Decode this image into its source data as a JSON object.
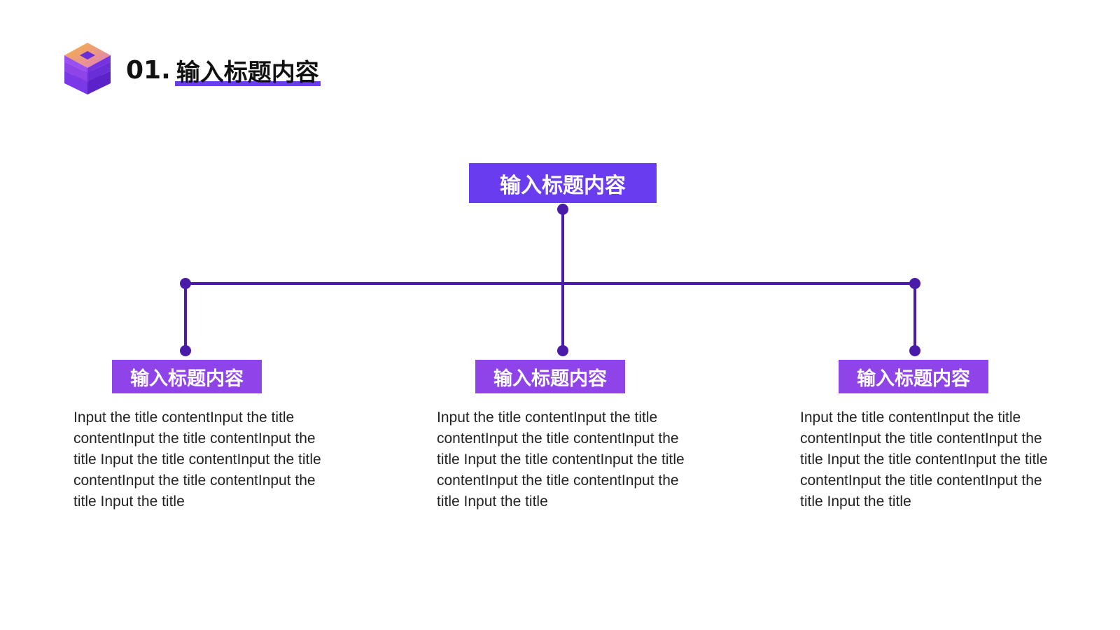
{
  "header": {
    "number": "01.",
    "title": "输入标题内容",
    "logo_icon": "stacked-cube-icon"
  },
  "diagram": {
    "root": {
      "label": "输入标题内容"
    },
    "children": [
      {
        "label": "输入标题内容",
        "description": "Input the title contentInput the title contentInput the title contentInput the title Input the title contentInput the title contentInput the title contentInput the title Input the title"
      },
      {
        "label": "输入标题内容",
        "description": "Input the title contentInput the title contentInput the title contentInput the title Input the title contentInput the title contentInput the title contentInput the title Input the title"
      },
      {
        "label": "输入标题内容",
        "description": "Input the title contentInput the title contentInput the title contentInput the title Input the title contentInput the title contentInput the title contentInput the title Input the title"
      }
    ]
  },
  "colors": {
    "accent": "#6a3cf0",
    "child_box": "#8e44e8",
    "connector": "#4a1aa8",
    "logo_top": "#f7b733",
    "logo_mid": "#8e44e8",
    "logo_bottom": "#5b2ad8"
  }
}
